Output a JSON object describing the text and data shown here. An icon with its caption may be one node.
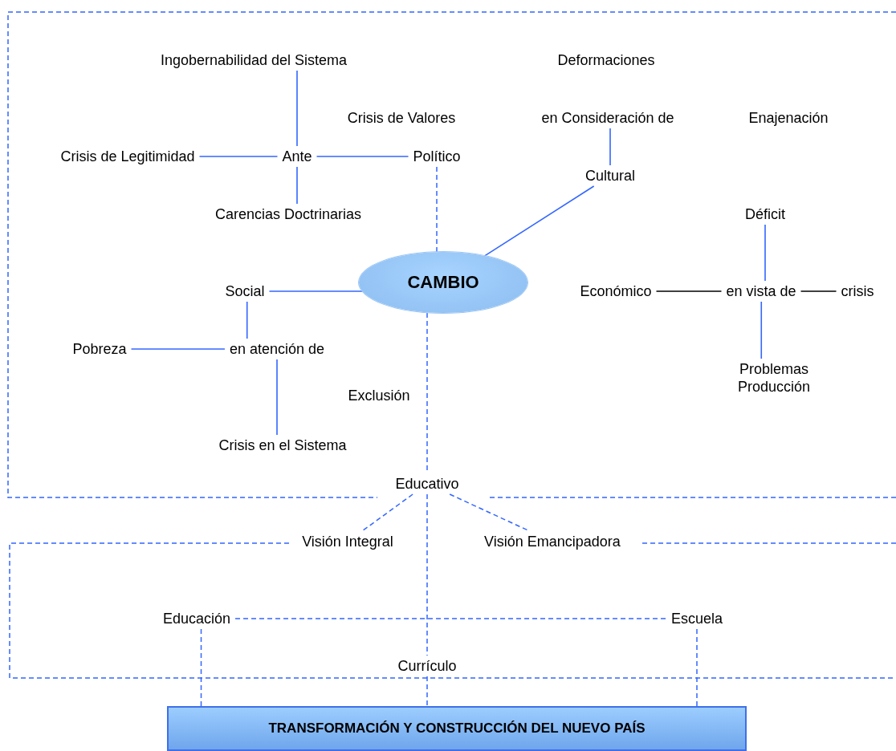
{
  "diagram": {
    "nodes": [
      {
        "text": [
          "Ingobernabilidad del Sistema"
        ]
      },
      {
        "text": [
          "Crisis de Valores"
        ]
      },
      {
        "text": [
          "Deformaciones"
        ]
      },
      {
        "text": [
          "en Consideración de"
        ]
      },
      {
        "text": [
          "Enajenación"
        ]
      },
      {
        "text": [
          "Crisis de Legitimidad"
        ]
      },
      {
        "text": [
          "Ante"
        ]
      },
      {
        "text": [
          "Político"
        ]
      },
      {
        "text": [
          "Cultural"
        ]
      },
      {
        "text": [
          "Carencias Doctrinarias"
        ]
      },
      {
        "text": [
          "Déficit"
        ]
      },
      {
        "text": [
          "CAMBIO"
        ]
      },
      {
        "text": [
          "Social"
        ]
      },
      {
        "text": [
          "Económico"
        ]
      },
      {
        "text": [
          "en vista de"
        ]
      },
      {
        "text": [
          "crisis"
        ]
      },
      {
        "text": [
          "Pobreza"
        ]
      },
      {
        "text": [
          "en atención de"
        ]
      },
      {
        "text": [
          "Exclusión"
        ]
      },
      {
        "text": [
          "Problemas Producción"
        ]
      },
      {
        "text": [
          "Crisis en el Sistema"
        ]
      },
      {
        "text": [
          "Educativo"
        ]
      },
      {
        "text": [
          "Visión Integral"
        ]
      },
      {
        "text": [
          "Visión Emancipadora"
        ]
      },
      {
        "text": [
          "Educación"
        ]
      },
      {
        "text": [
          "Escuela"
        ]
      },
      {
        "text": [
          "Currículo"
        ]
      },
      {
        "text": [
          "TRANSFORMACIÓN Y CONSTRUCCIÓN DEL NUEVO PAÍS"
        ]
      }
    ],
    "edges": [
      {
        "from": 0,
        "to": 6,
        "arrow": "none"
      },
      {
        "from": 5,
        "to": 6,
        "arrow": "none"
      },
      {
        "from": 6,
        "to": 7,
        "arrow": "none"
      },
      {
        "from": 6,
        "to": 9,
        "arrow": "none"
      },
      {
        "from": 3,
        "to": 8,
        "arrow": "none"
      },
      {
        "from": 8,
        "to": 11,
        "arrow": "none"
      },
      {
        "from": 7,
        "to": 11,
        "arrow": "none",
        "style": "dashed"
      },
      {
        "from": 12,
        "to": 11,
        "arrow": "none"
      },
      {
        "from": 12,
        "to": 17,
        "arrow": "none"
      },
      {
        "from": 16,
        "to": 17,
        "arrow": "none"
      },
      {
        "from": 17,
        "to": 20,
        "arrow": "none"
      },
      {
        "from": 11,
        "to": 21,
        "arrow": "none",
        "style": "dashed"
      },
      {
        "from": 13,
        "to": 14,
        "arrow": "none",
        "color": "#000000"
      },
      {
        "from": 14,
        "to": 15,
        "arrow": "none",
        "color": "#000000"
      },
      {
        "from": 10,
        "to": 14,
        "arrow": "none"
      },
      {
        "from": 14,
        "to": 19,
        "arrow": "none"
      },
      {
        "from": 21,
        "to": 22,
        "arrow": "none",
        "style": "dashed"
      },
      {
        "from": 21,
        "to": 23,
        "arrow": "none",
        "style": "dashed"
      },
      {
        "from": 21,
        "to": 26,
        "arrow": "none",
        "style": "dashed"
      },
      {
        "from": 24,
        "to": 25,
        "arrow": "none",
        "style": "dashed"
      },
      {
        "from": 24,
        "to": 27,
        "arrow": "none",
        "style": "dashed"
      },
      {
        "from": 25,
        "to": 27,
        "arrow": "none",
        "style": "dashed"
      },
      {
        "from": 26,
        "to": 27,
        "arrow": "none",
        "style": "dashed"
      }
    ]
  }
}
